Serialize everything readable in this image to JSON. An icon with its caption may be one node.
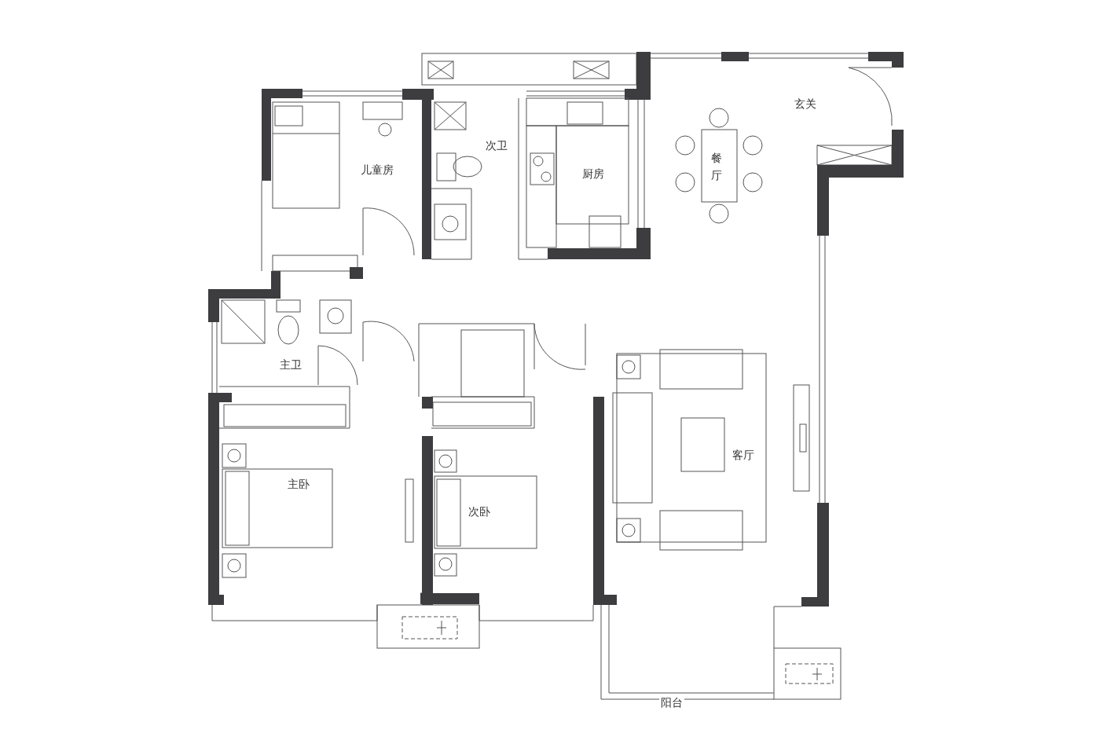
{
  "diagram": {
    "labels": [
      "玄关",
      "次卫",
      "餐厅",
      "儿童房",
      "厨房",
      "主卫",
      "客厅",
      "主卧",
      "次卧",
      "阳台"
    ]
  }
}
